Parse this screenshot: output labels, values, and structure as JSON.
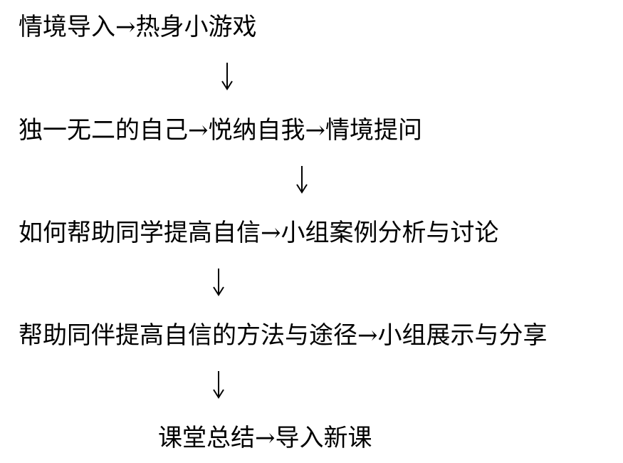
{
  "flow": {
    "steps": [
      "情境导入→热身小游戏",
      "独一无二的自己→悦纳自我→情境提问",
      "如何帮助同学提高自信→小组案例分析与讨论",
      "帮助同伴提高自信的方法与途径→小组展示与分享",
      "课堂总结→导入新课"
    ]
  }
}
